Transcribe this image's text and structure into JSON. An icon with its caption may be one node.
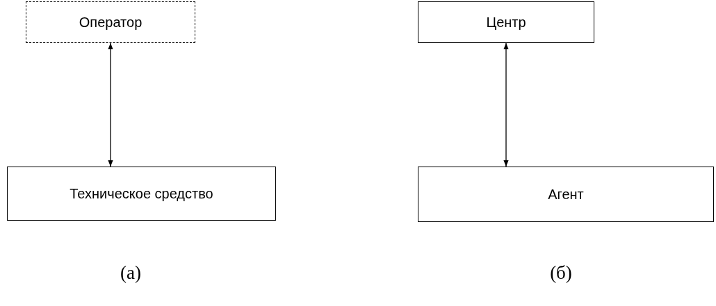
{
  "diagram": {
    "nodes": [
      {
        "text": [
          "Оператор"
        ]
      },
      {
        "text": [
          "Техническое средство"
        ]
      },
      {
        "text": [
          "Центр"
        ]
      },
      {
        "text": [
          "Агент"
        ]
      }
    ],
    "edges": [
      {
        "from": 0,
        "to": 1,
        "arrow": "both"
      },
      {
        "from": 2,
        "to": 3,
        "arrow": "both"
      }
    ],
    "labels": [
      "(а)",
      "(б)"
    ]
  }
}
